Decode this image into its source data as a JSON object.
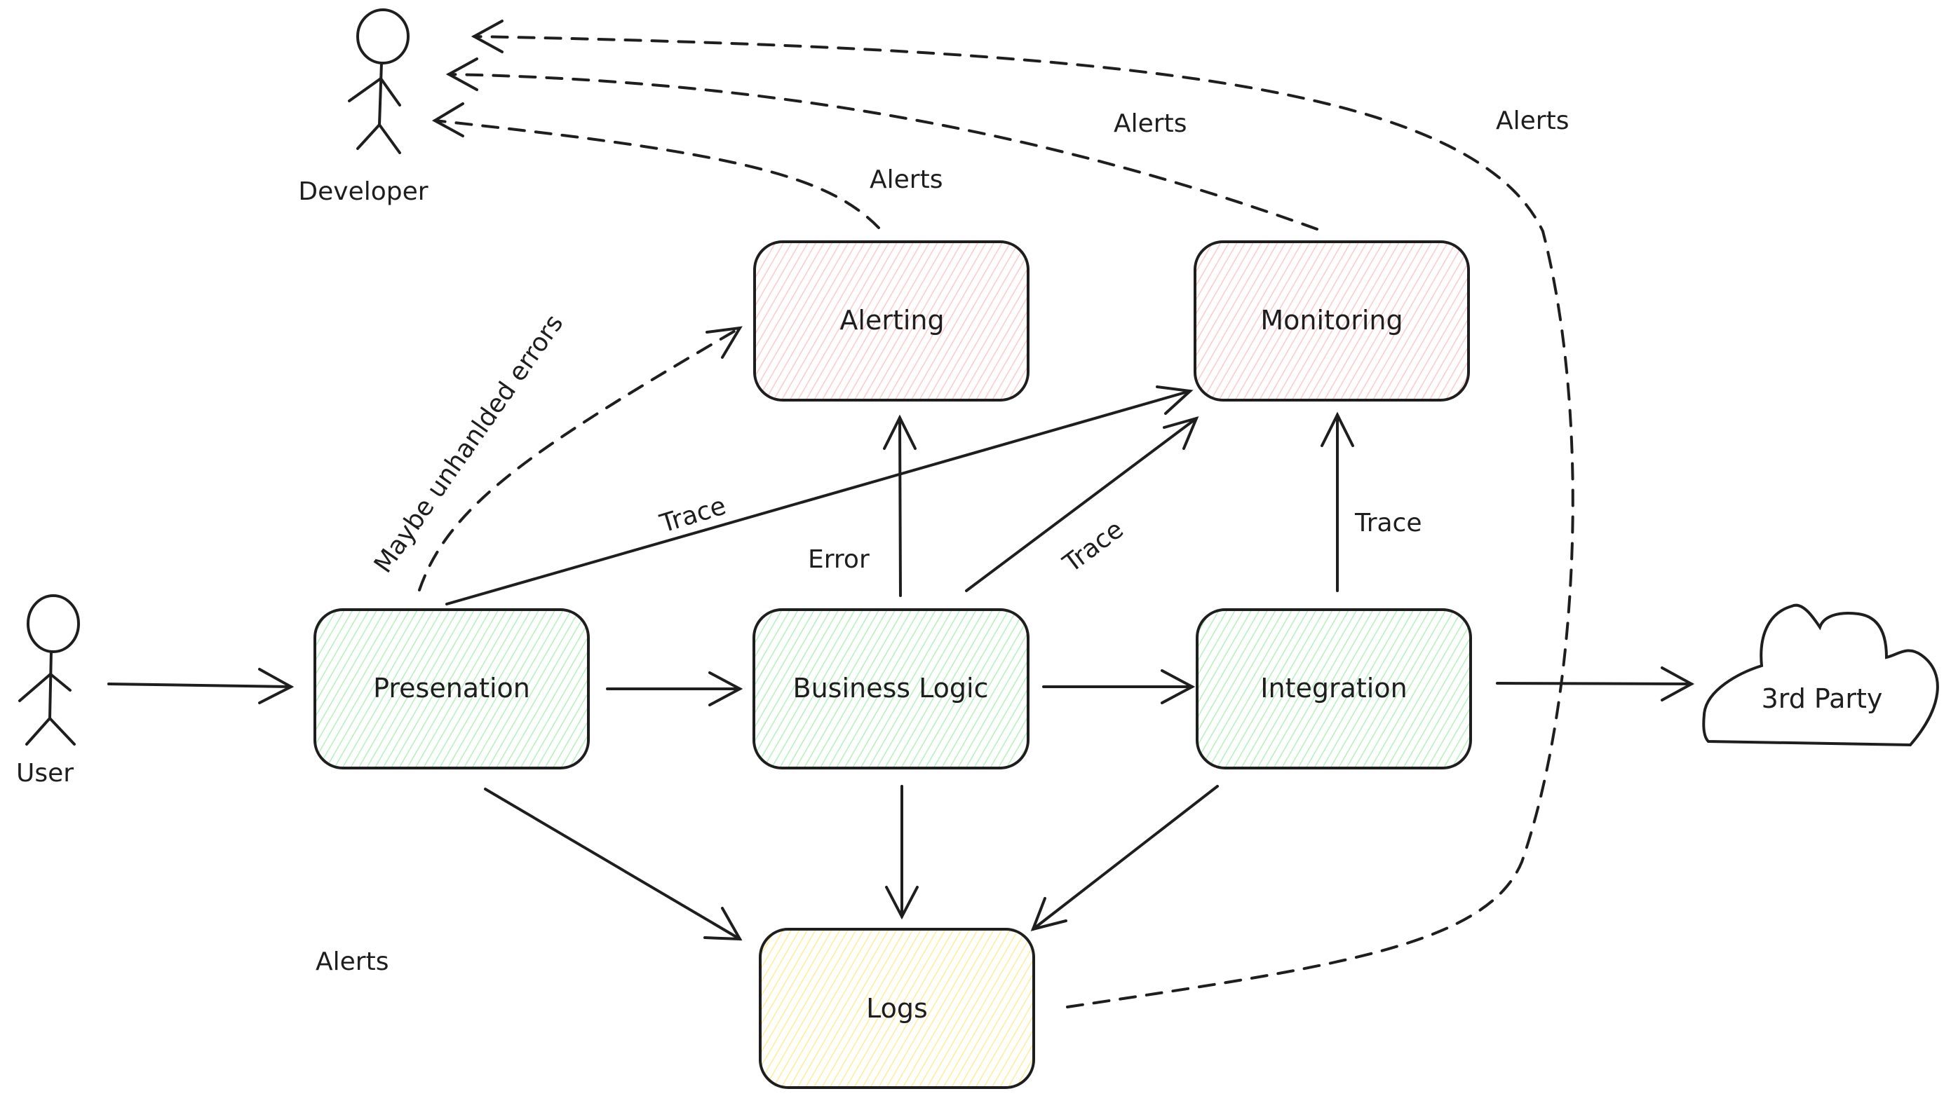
{
  "diagram": {
    "colors": {
      "stroke": "#1e1e1e",
      "green_fill": "#b2f2bb",
      "red_fill": "#ffc9c9",
      "yellow_fill": "#ffec99",
      "background": "#ffffff"
    },
    "actors": {
      "developer": {
        "label": "Developer",
        "icon": "stick-figure-icon"
      },
      "user": {
        "label": "User",
        "icon": "stick-figure-icon"
      }
    },
    "nodes": {
      "presentation": {
        "label": "Presenation",
        "color": "green"
      },
      "business_logic": {
        "label": "Business Logic",
        "color": "green"
      },
      "integration": {
        "label": "Integration",
        "color": "green"
      },
      "alerting": {
        "label": "Alerting",
        "color": "red"
      },
      "monitoring": {
        "label": "Monitoring",
        "color": "red"
      },
      "logs": {
        "label": "Logs",
        "color": "yellow"
      },
      "third_party": {
        "label": "3rd Party",
        "shape": "cloud"
      }
    },
    "edge_labels": {
      "maybe_unhandled": "Maybe unhanlded errors",
      "trace_presentation": "Trace",
      "error_business": "Error",
      "trace_business": "Trace",
      "trace_integration": "Trace",
      "alerts_alerting": "Alerts",
      "alerts_monitoring": "Alerts",
      "alerts_logs": "Alerts",
      "alerts_floating": "Alerts"
    },
    "edges": [
      {
        "from": "User",
        "to": "Presenation",
        "style": "solid"
      },
      {
        "from": "Presenation",
        "to": "Business Logic",
        "style": "solid"
      },
      {
        "from": "Business Logic",
        "to": "Integration",
        "style": "solid"
      },
      {
        "from": "Integration",
        "to": "3rd Party",
        "style": "solid"
      },
      {
        "from": "Presenation",
        "to": "Logs",
        "style": "solid"
      },
      {
        "from": "Business Logic",
        "to": "Logs",
        "style": "solid"
      },
      {
        "from": "Integration",
        "to": "Logs",
        "style": "solid"
      },
      {
        "from": "Presenation",
        "to": "Monitoring",
        "label": "Trace",
        "style": "solid"
      },
      {
        "from": "Business Logic",
        "to": "Monitoring",
        "label": "Trace",
        "style": "solid"
      },
      {
        "from": "Integration",
        "to": "Monitoring",
        "label": "Trace",
        "style": "solid"
      },
      {
        "from": "Business Logic",
        "to": "Alerting",
        "label": "Error",
        "style": "solid"
      },
      {
        "from": "Presenation",
        "to": "Alerting",
        "label": "Maybe unhanlded errors",
        "style": "dashed"
      },
      {
        "from": "Alerting",
        "to": "Developer",
        "label": "Alerts",
        "style": "dashed"
      },
      {
        "from": "Monitoring",
        "to": "Developer",
        "label": "Alerts",
        "style": "dashed"
      },
      {
        "from": "Logs",
        "to": "Developer",
        "label": "Alerts",
        "style": "dashed"
      }
    ]
  }
}
